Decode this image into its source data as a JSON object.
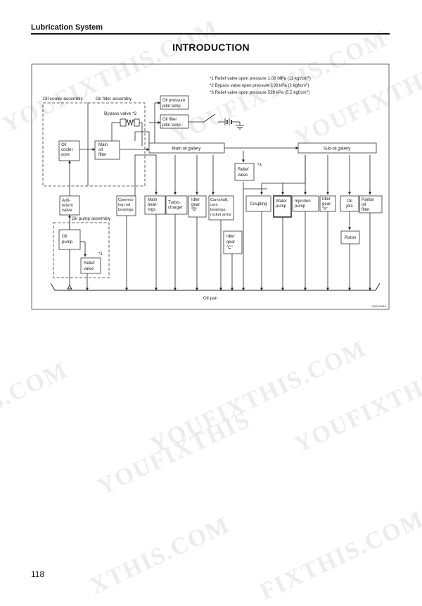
{
  "header": {
    "section": "Lubrication System"
  },
  "title": "INTRODUCTION",
  "page_number": "118",
  "diagram": {
    "notes": [
      "*1 Relief valve open pressure 1.08 MPa (11 kgf/cm",
      "*2 Bypass valve open pressure 196 kPa (2 kgf/cm",
      "*3 Relief valve open pressure 539 kPa (5.5 kgf/cm"
    ],
    "note_sup": "2",
    "note_close": ")",
    "assemblies": {
      "oil_cooler": "Oil cooler assembly",
      "oil_filter": "Oil filter assembly",
      "oil_pump": "Oil pump assembly"
    },
    "bypass_valve": "Bypass valve *2",
    "lamps": {
      "oil_pressure": [
        "Oil pressure",
        "pilot lamp"
      ],
      "oil_filter": [
        "Oil filter",
        "pilot lamp"
      ]
    },
    "boxes": {
      "oil_cooler_core": [
        "Oil",
        "cooler",
        "core"
      ],
      "main_oil_filter": [
        "Main",
        "oil",
        "filter"
      ],
      "main_oil_gallery": "Main oil gallery",
      "sub_oil_gallery": "Sub-oil gallery",
      "relief_valve_3": [
        "Relief",
        "valve"
      ],
      "relief_valve_3_mark": "*3",
      "anti_return_valve": [
        "Anti-",
        "return",
        "valve"
      ],
      "oil_pump": [
        "Oil",
        "pump"
      ],
      "relief_valve_1": [
        "Relief",
        "valve"
      ],
      "relief_valve_1_mark": "*1",
      "connecting_rod_bearings": [
        "Connect-",
        "ing rod",
        "bearings"
      ],
      "main_bearings": [
        "Main",
        "bear-",
        "ings"
      ],
      "turbocharger": [
        "Turbo-",
        "charger"
      ],
      "idler_gear_b": [
        "Idler",
        "gear",
        "\"B\""
      ],
      "camshaft": [
        "Camshaft;",
        "cam",
        "bearings;",
        "rocker arms"
      ],
      "idler_gear_c": [
        "Idler",
        "gear",
        "\"C\""
      ],
      "coupling": "Coupling",
      "water_pump": [
        "Water",
        "pump"
      ],
      "injection_pump": [
        "Injection",
        "pump"
      ],
      "idler_gear_a": [
        "Idler",
        "gear",
        "\"A\""
      ],
      "oil_jets": [
        "Oil",
        "jets"
      ],
      "partial_oil_filter": [
        "Partial",
        "oil",
        "filter"
      ],
      "piston": "Piston"
    },
    "oil_pan": "Oil pan",
    "figure_code": "F002-00015"
  },
  "watermarks": [
    "YOUFIXTHIS.COM",
    "YOUFIXTHIS.COM",
    "YOUFIXTHIS",
    "S.COM",
    "YOUFIXTHIS.COM",
    "YOUFIXTHIS",
    "YOUFIXTHIS",
    "XTHIS.COM",
    "FIXTHIS.COM"
  ]
}
